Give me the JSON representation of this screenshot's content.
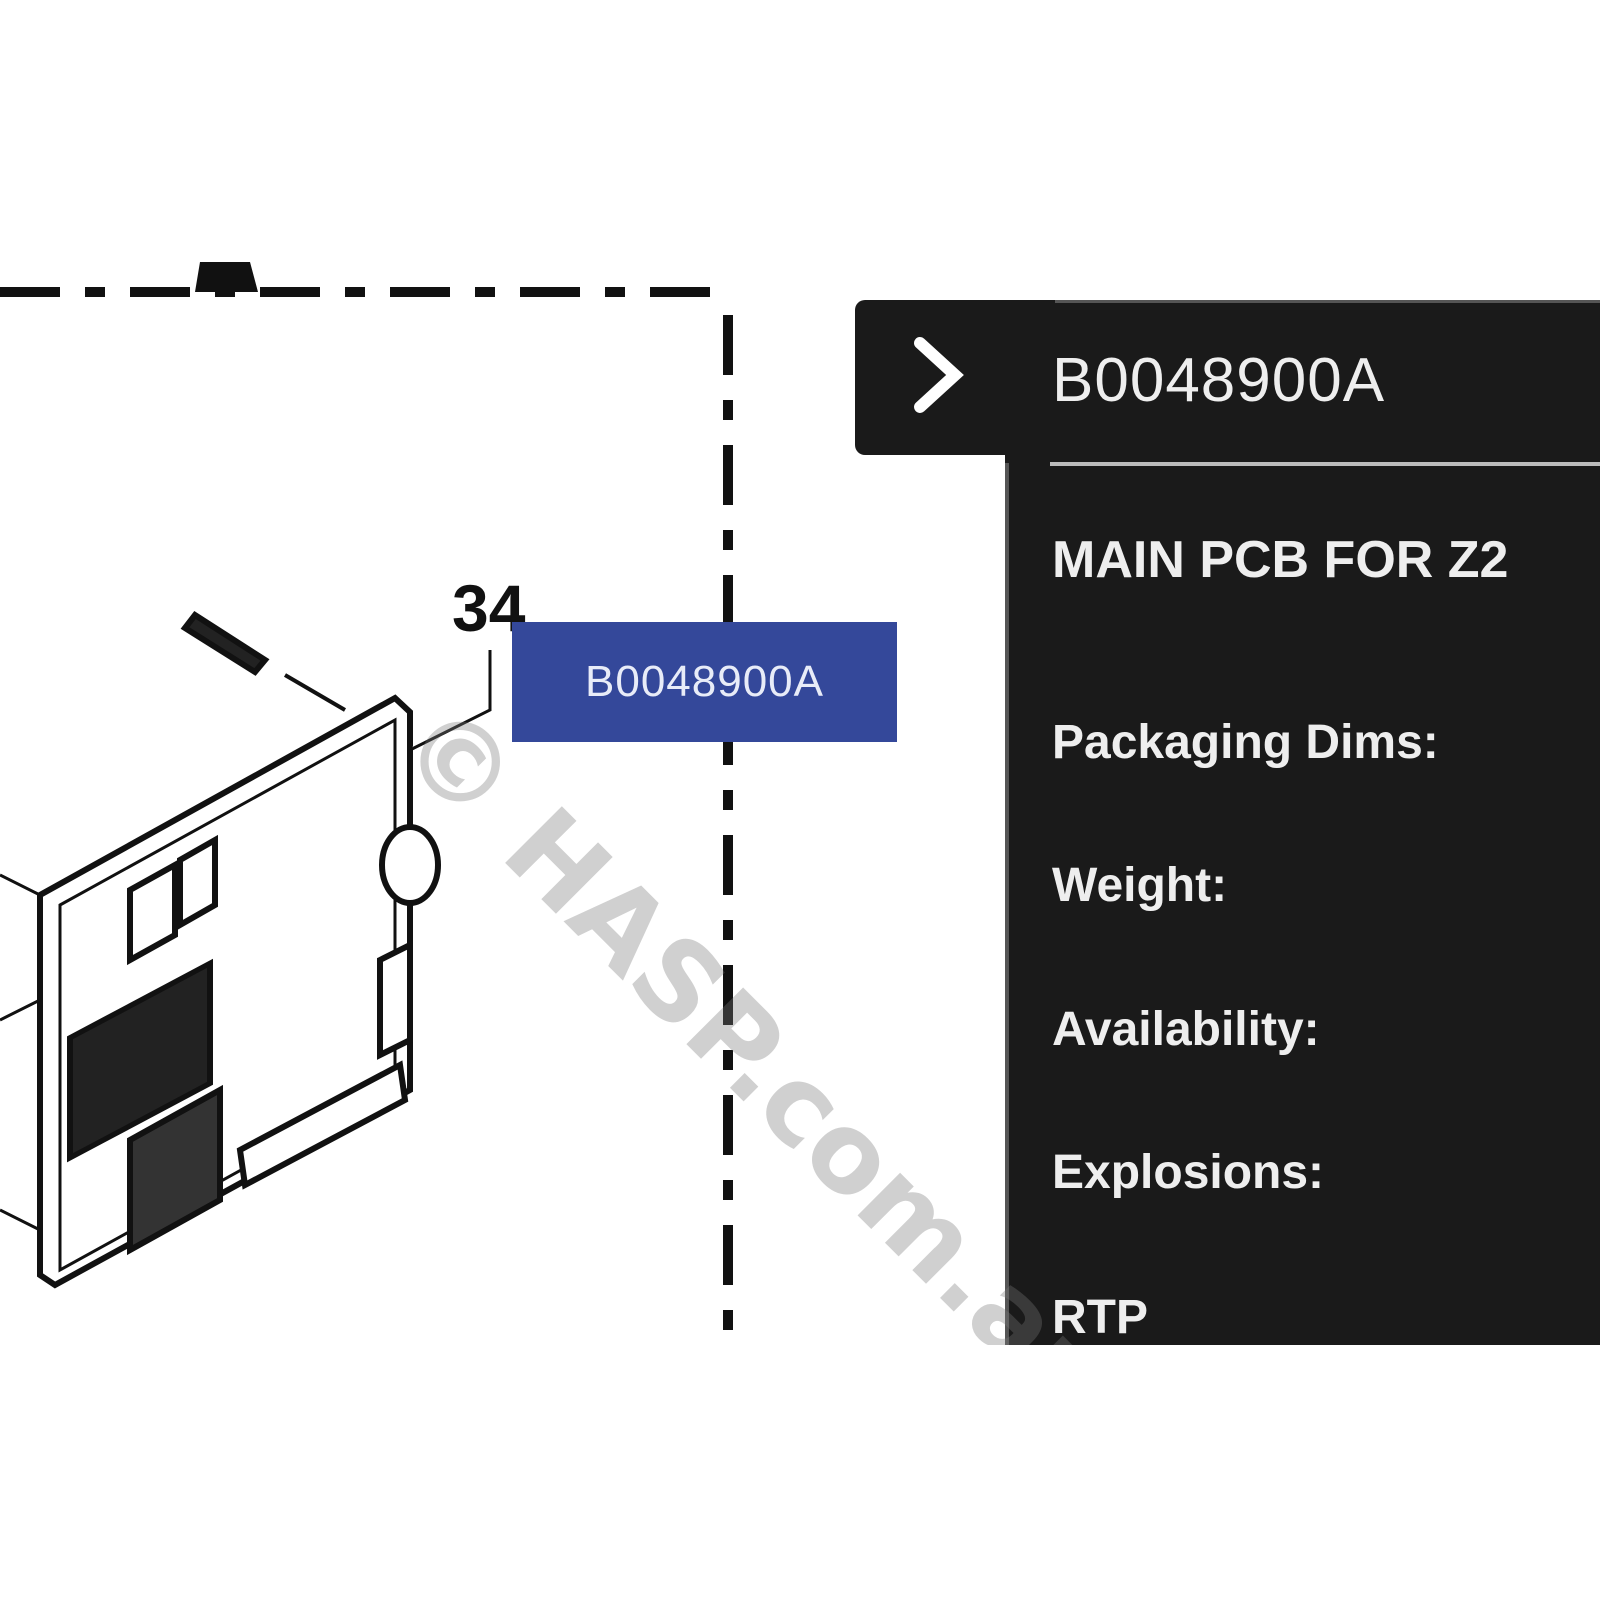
{
  "diagram": {
    "callout_number": "34",
    "part_tag": "B0048900A"
  },
  "panel": {
    "expand_icon": "chevron-right-icon",
    "part_number": "B0048900A",
    "description": "MAIN PCB FOR Z2",
    "labels": [
      "Packaging Dims:",
      "Weight:",
      "Availability:",
      "Explosions:",
      "RTP"
    ]
  },
  "watermark": "© HASP.com.au",
  "colors": {
    "panel_bg": "#1a1a1a",
    "tag_bg": "#34489a"
  }
}
